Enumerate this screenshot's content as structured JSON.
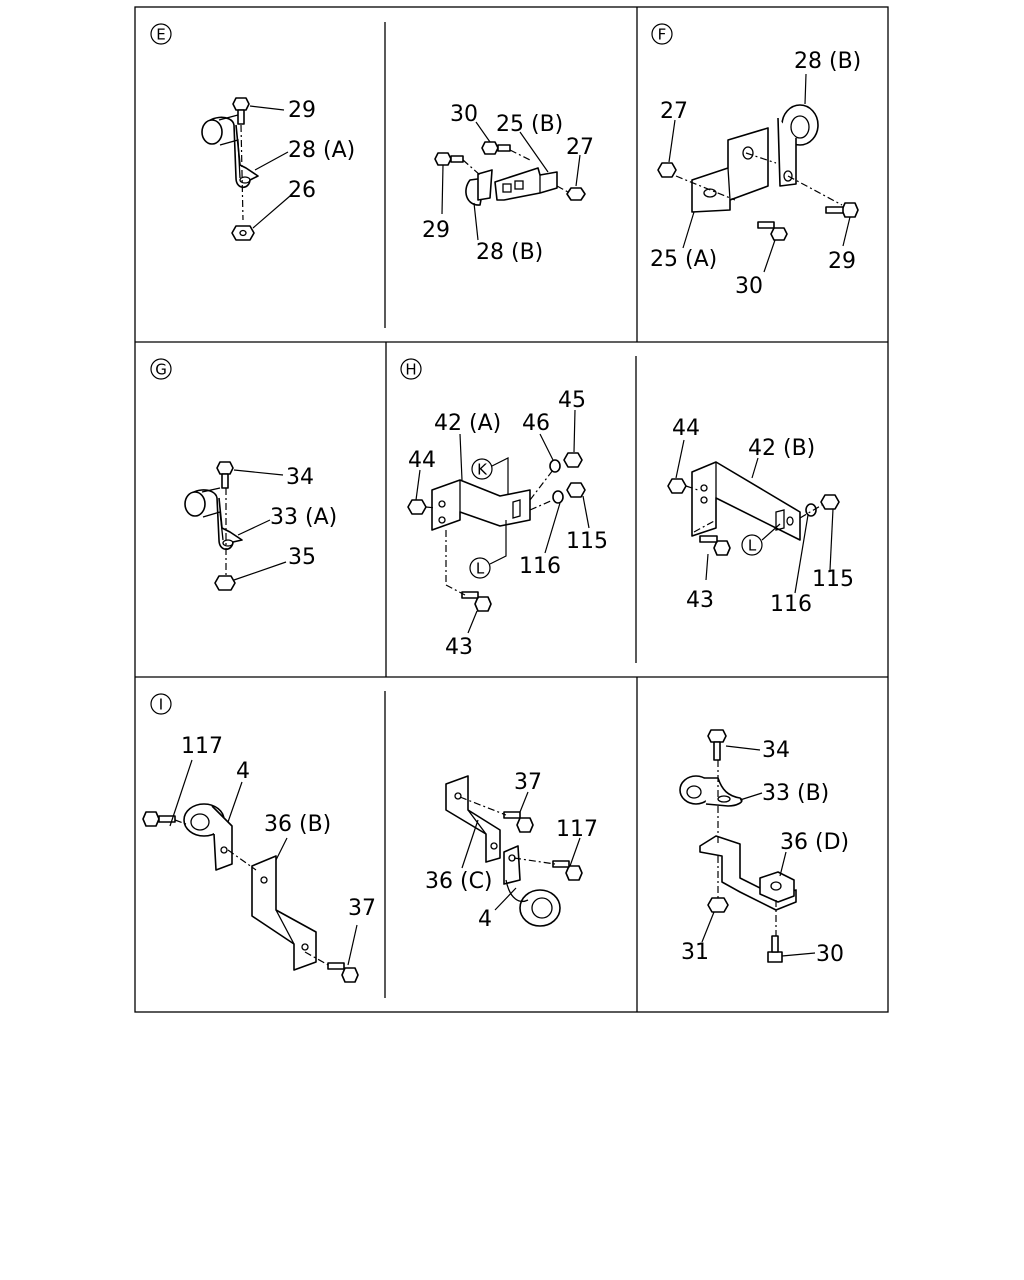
{
  "diagram": {
    "sections": [
      {
        "id": "E",
        "text": "E"
      },
      {
        "id": "F",
        "text": "F"
      },
      {
        "id": "G",
        "text": "G"
      },
      {
        "id": "H",
        "text": "H"
      },
      {
        "id": "I",
        "text": "I"
      }
    ],
    "callouts": [
      {
        "id": "K",
        "text": "K"
      },
      {
        "id": "L1",
        "text": "L"
      },
      {
        "id": "L2",
        "text": "L"
      }
    ],
    "panels": {
      "p1": {
        "labels": [
          "29",
          "28 (A)",
          "26"
        ]
      },
      "p2": {
        "labels": [
          "30",
          "25 (B)",
          "27",
          "29",
          "28 (B)"
        ]
      },
      "p3": {
        "labels": [
          "28 (B)",
          "27",
          "25 (A)",
          "30",
          "29"
        ]
      },
      "p4": {
        "labels": [
          "34",
          "33 (A)",
          "35"
        ]
      },
      "p5": {
        "labels": [
          "42 (A)",
          "46",
          "45",
          "44",
          "115",
          "116",
          "43"
        ]
      },
      "p6": {
        "labels": [
          "44",
          "42 (B)",
          "43",
          "116",
          "115"
        ]
      },
      "p7": {
        "labels": [
          "117",
          "4",
          "36 (B)",
          "37"
        ]
      },
      "p8": {
        "labels": [
          "37",
          "117",
          "36 (C)",
          "4"
        ]
      },
      "p9": {
        "labels": [
          "34",
          "33 (B)",
          "36 (D)",
          "31",
          "30"
        ]
      }
    }
  }
}
